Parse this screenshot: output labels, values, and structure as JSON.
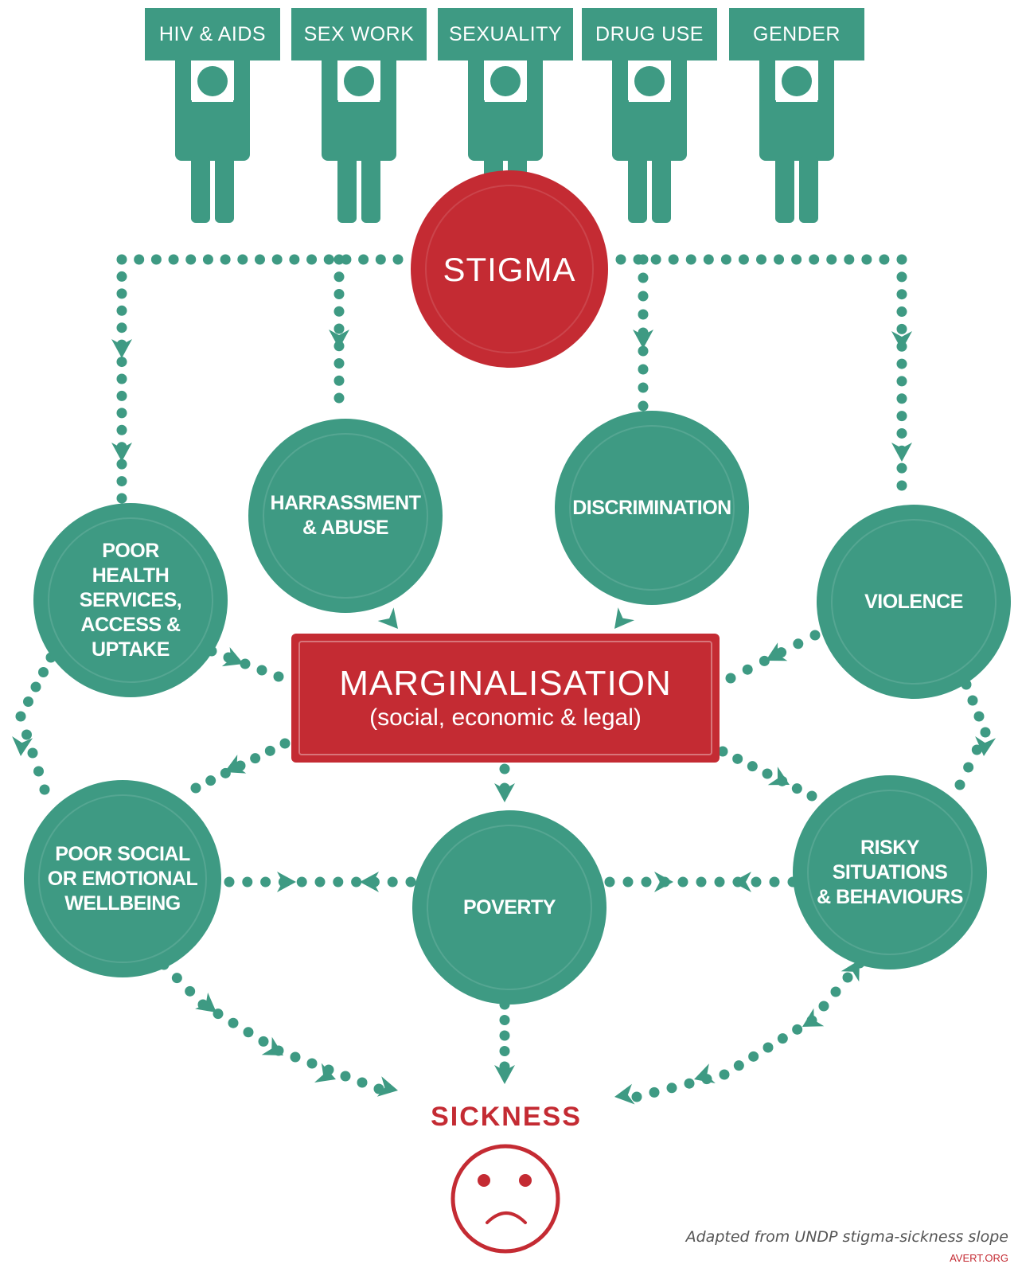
{
  "colors": {
    "green": "#3e9a83",
    "red": "#c42b33",
    "dot": "#3e9a83"
  },
  "signs": [
    "HIV & AIDS",
    "SEX WORK",
    "SEXUALITY",
    "DRUG USE",
    "GENDER"
  ],
  "stigma": "STIGMA",
  "nodes": {
    "harassment": "HARRASSMENT\n& ABUSE",
    "discrimination": "DISCRIMINATION",
    "poor_health": "POOR\nHEALTH\nSERVICES,\nACCESS &\nUPTAKE",
    "violence": "VIOLENCE",
    "poor_social": "POOR SOCIAL\nOR EMOTIONAL\nWELLBEING",
    "poverty": "POVERTY",
    "risky": "RISKY\nSITUATIONS\n& BEHAVIOURS"
  },
  "marginalisation": {
    "title": "MARGINALISATION",
    "subtitle": "(social, economic & legal)"
  },
  "sickness": "SICKNESS",
  "credit": "Adapted from UNDP stigma-sickness slope",
  "brand": "AVERT.ORG",
  "icons": [
    "person-holding-sign-icon",
    "sad-face-icon"
  ]
}
